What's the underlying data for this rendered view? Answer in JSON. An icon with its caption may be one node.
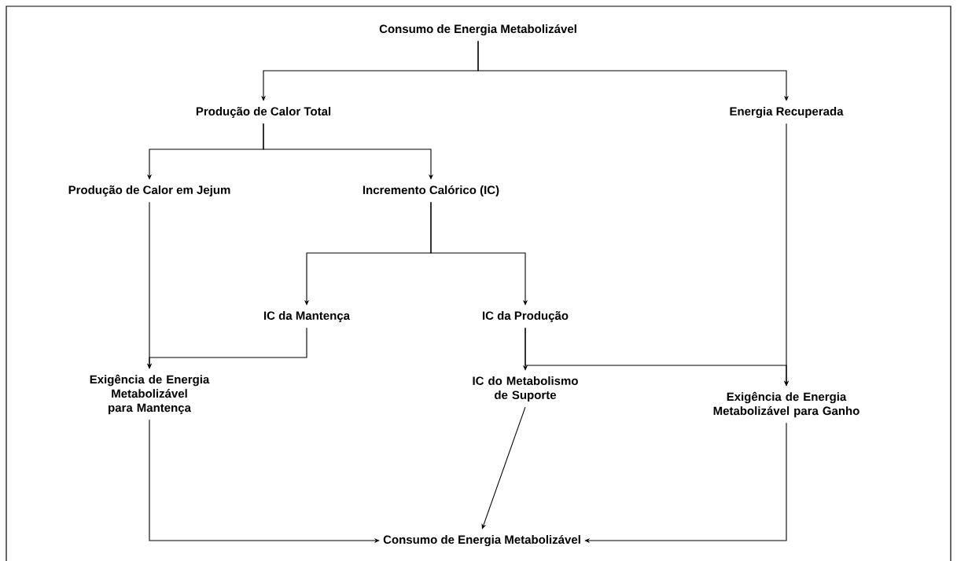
{
  "diagram": {
    "nodes": [
      {
        "text": [
          "Consumo de Energia Metabolizável"
        ]
      },
      {
        "text": [
          "Produção de Calor Total"
        ]
      },
      {
        "text": [
          "Energia Recuperada"
        ]
      },
      {
        "text": [
          "Produção de Calor em Jejum"
        ]
      },
      {
        "text": [
          "Incremento Calórico (IC)"
        ]
      },
      {
        "text": [
          "IC da Mantença"
        ]
      },
      {
        "text": [
          "IC da Produção"
        ]
      },
      {
        "text": [
          "Exigência de Energia Metabolizável para Mantença"
        ]
      },
      {
        "text": [
          "IC do Metabolismo de Suporte"
        ]
      },
      {
        "text": [
          "Exigência de Energia Metabolizável para Ganho"
        ]
      },
      {
        "text": [
          "Consumo de Energia Metabolizável"
        ]
      }
    ],
    "edges": [
      {
        "from": 0,
        "to": 1,
        "arrow": "to"
      },
      {
        "from": 0,
        "to": 2,
        "arrow": "to"
      },
      {
        "from": 1,
        "to": 3,
        "arrow": "to"
      },
      {
        "from": 1,
        "to": 4,
        "arrow": "to"
      },
      {
        "from": 4,
        "to": 5,
        "arrow": "to"
      },
      {
        "from": 4,
        "to": 6,
        "arrow": "to"
      },
      {
        "from": 3,
        "to": 7,
        "arrow": "to"
      },
      {
        "from": 5,
        "to": 7,
        "arrow": "to"
      },
      {
        "from": 6,
        "to": 8,
        "arrow": "to"
      },
      {
        "from": 6,
        "to": 9,
        "arrow": "to"
      },
      {
        "from": 2,
        "to": 9,
        "arrow": "to"
      },
      {
        "from": 7,
        "to": 10,
        "arrow": "to"
      },
      {
        "from": 8,
        "to": 10,
        "arrow": "to"
      },
      {
        "from": 9,
        "to": 10,
        "arrow": "to"
      }
    ]
  }
}
